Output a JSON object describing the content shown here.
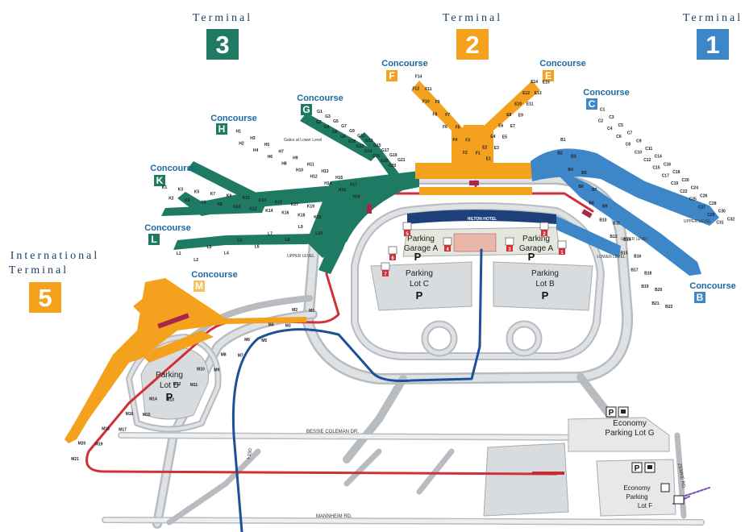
{
  "terminals": [
    {
      "id": "t3",
      "label": "Terminal",
      "number": "3",
      "color": "#1f7a63"
    },
    {
      "id": "t2",
      "label": "Terminal",
      "number": "2",
      "color": "#f4a21e"
    },
    {
      "id": "t1",
      "label": "Terminal",
      "number": "1",
      "color": "#3d86c8"
    },
    {
      "id": "t5",
      "label": "International Terminal",
      "number": "5",
      "color": "#f4a21e"
    }
  ],
  "concourses": [
    {
      "id": "F",
      "label": "Concourse",
      "letter": "F",
      "color": "#f4a21e"
    },
    {
      "id": "E",
      "label": "Concourse",
      "letter": "E",
      "color": "#f4a21e"
    },
    {
      "id": "C",
      "label": "Concourse",
      "letter": "C",
      "color": "#3d86c8"
    },
    {
      "id": "G",
      "label": "Concourse",
      "letter": "G",
      "color": "#1f7a63"
    },
    {
      "id": "H",
      "label": "Concourse",
      "letter": "H",
      "color": "#1f7a63"
    },
    {
      "id": "K",
      "label": "Concourse",
      "letter": "K",
      "color": "#1f7a63"
    },
    {
      "id": "L",
      "label": "Concourse",
      "letter": "L",
      "color": "#1f7a63"
    },
    {
      "id": "M",
      "label": "Concourse",
      "letter": "M",
      "color": "#f4a21e"
    },
    {
      "id": "B",
      "label": "Concourse",
      "letter": "B",
      "color": "#3d86c8"
    }
  ],
  "parking": {
    "garage_a_left": "Parking Garage A",
    "garage_a_right": "Parking Garage A",
    "lot_c": "Parking Lot C",
    "lot_b": "Parking Lot B",
    "lot_d": "Parking Lot D",
    "economy_g": "Economy Parking Lot G",
    "economy_f": "Economy Parking Lot F",
    "p_symbol": "P"
  },
  "labels": {
    "hilton": "HILTON HOTEL",
    "upper_level": "UPPER LEVEL",
    "lower_level": "LOWER LEVEL",
    "bessie": "BESSIE COLEMAN DR.",
    "mannheim": "MANNHEIM RD.",
    "i190": "I-190",
    "zemke": "ZEMKE RD.",
    "gates_lower": "Gates at Lower Level"
  },
  "garage_markers": [
    "1",
    "2",
    "3",
    "4",
    "5",
    "6",
    "7"
  ],
  "gates": {
    "F": [
      "F14",
      "F12",
      "F11",
      "F10",
      "F9",
      "F8",
      "F7",
      "F6",
      "F5",
      "F4",
      "F3",
      "F2",
      "F1"
    ],
    "E": [
      "E15",
      "E14",
      "E13",
      "E12",
      "E11",
      "E10",
      "E9",
      "E8",
      "E7",
      "E6",
      "E5",
      "E4",
      "E3",
      "E2",
      "E1"
    ],
    "C": [
      "C1",
      "C2",
      "C3",
      "C4",
      "C5",
      "C6",
      "C7",
      "C8",
      "C9",
      "C10",
      "C11",
      "C12",
      "C14",
      "C15",
      "C16",
      "C17",
      "C18",
      "C19",
      "C20",
      "C22",
      "C24",
      "C25",
      "C26",
      "C27",
      "C28",
      "C29",
      "C30",
      "C31",
      "C32"
    ],
    "B": [
      "B1",
      "B2",
      "B3",
      "B4",
      "B5",
      "B6",
      "B7",
      "B8",
      "B9",
      "B10",
      "B11",
      "B12",
      "B14",
      "B15",
      "B16",
      "B17",
      "B18",
      "B19",
      "B20",
      "B21",
      "B22"
    ],
    "G": [
      "G1",
      "G2",
      "G3",
      "G4",
      "G5",
      "G6",
      "G7",
      "G8",
      "G9",
      "G10",
      "G11",
      "G12",
      "G13",
      "G14",
      "G15",
      "G16",
      "G17",
      "G18",
      "G19",
      "G20",
      "G21"
    ],
    "H": [
      "H1",
      "H2",
      "H3",
      "H4",
      "H5",
      "H6",
      "H7",
      "H8",
      "H9",
      "H10",
      "H11",
      "H12",
      "H13",
      "H14",
      "H15",
      "H16",
      "H17",
      "H18"
    ],
    "K": [
      "K1",
      "K2",
      "K3",
      "K4",
      "K5",
      "K6",
      "K7",
      "K8",
      "K9",
      "K10",
      "K11",
      "K12",
      "K13",
      "K14",
      "K15",
      "K16",
      "K17",
      "K18",
      "K19",
      "K20"
    ],
    "L": [
      "L1",
      "L2",
      "L3",
      "L4",
      "L5",
      "L6",
      "L7",
      "L8",
      "L9",
      "L10"
    ],
    "M": [
      "M1",
      "M2",
      "M3",
      "M4",
      "M5",
      "M6",
      "M7",
      "M8",
      "M9",
      "M10",
      "M11",
      "M12",
      "M13",
      "M14",
      "M15",
      "M16",
      "M17",
      "M18",
      "M19",
      "M20",
      "M21"
    ]
  }
}
